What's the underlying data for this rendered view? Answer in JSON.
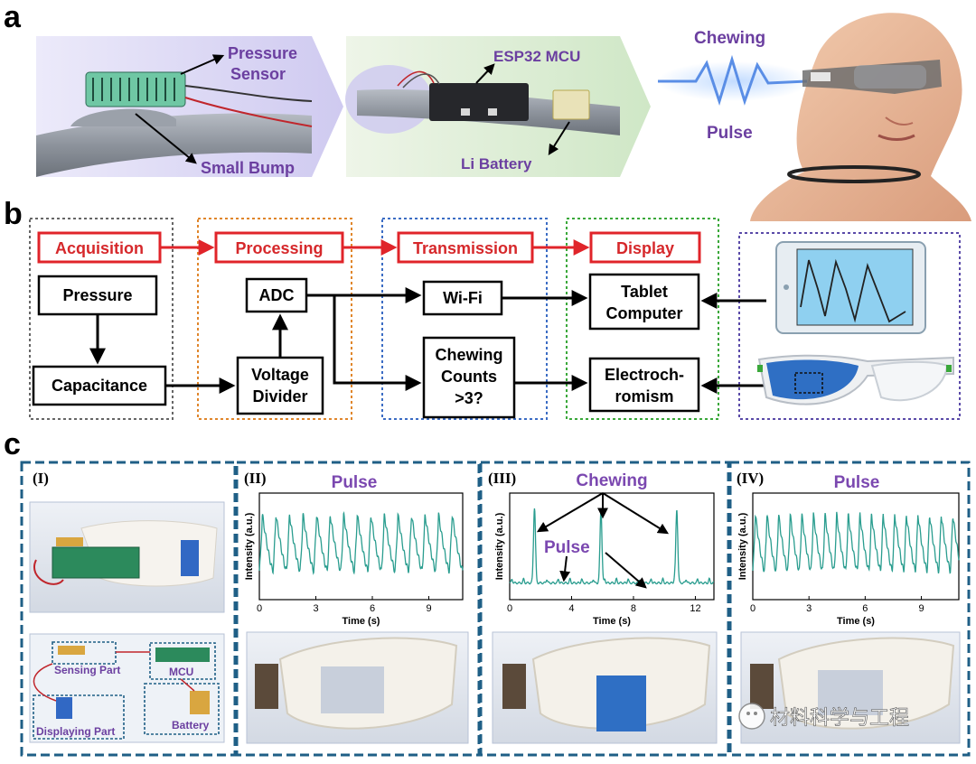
{
  "panels": {
    "a": {
      "letter": "a",
      "labels": {
        "pressure_sensor_line1": "Pressure",
        "pressure_sensor_line2": "Sensor",
        "small_bump": "Small Bump",
        "esp32_mcu": "ESP32 MCU",
        "li_battery": "Li Battery",
        "chewing": "Chewing",
        "pulse": "Pulse"
      }
    },
    "b": {
      "letter": "b",
      "stages": [
        "Acquisition",
        "Processing",
        "Transmission",
        "Display"
      ],
      "blocks": {
        "pressure": "Pressure",
        "capacitance": "Capacitance",
        "adc": "ADC",
        "voltage_divider_line1": "Voltage",
        "voltage_divider_line2": "Divider",
        "wifi": "Wi-Fi",
        "chewing_counts_line1": "Chewing",
        "chewing_counts_line2": "Counts",
        "chewing_counts_line3": ">3?",
        "tablet_line1": "Tablet",
        "tablet_line2": "Computer",
        "electro_line1": "Electroch-",
        "electro_line2": "romism"
      }
    },
    "c": {
      "letter": "c",
      "sub": [
        {
          "roman": "(I)"
        },
        {
          "roman": "(II)",
          "title": "Pulse"
        },
        {
          "roman": "(III)",
          "title": "Chewing",
          "annotation": "Pulse"
        },
        {
          "roman": "(IV)",
          "title": "Pulse"
        }
      ],
      "photo_labels": {
        "sensing": "Sensing Part",
        "mcu": "MCU",
        "displaying": "Displaying Part",
        "battery": "Battery"
      },
      "axis": {
        "xlabel": "Time (s)",
        "ylabel": "Intensity (a.u.)"
      }
    }
  },
  "watermark": "材料科学与工程",
  "colors": {
    "purple": "#6b3fa0",
    "red": "#d6282b",
    "teal": "#2a9d8f",
    "frame_blue": "#1f5f86"
  },
  "chart_data": [
    {
      "type": "line",
      "title": "Pulse",
      "xlabel": "Time (s)",
      "ylabel": "Intensity (a.u.)",
      "xlim": [
        0,
        10.8
      ],
      "xticks": [
        0,
        3,
        6,
        9
      ],
      "period": 0.72,
      "grid": false,
      "peaks": 15
    },
    {
      "type": "line",
      "title": "Chewing",
      "xlabel": "Time (s)",
      "ylabel": "Intensity (a.u.)",
      "xlim": [
        0,
        13.2
      ],
      "xticks": [
        0,
        4,
        8,
        12
      ],
      "grid": false,
      "chewing_peaks_x": [
        1.6,
        5.9,
        10.8
      ],
      "annotation": "Pulse"
    },
    {
      "type": "line",
      "title": "Pulse",
      "xlabel": "Time (s)",
      "ylabel": "Intensity (a.u.)",
      "xlim": [
        0,
        11
      ],
      "xticks": [
        0,
        3,
        6,
        9
      ],
      "period": 0.62,
      "grid": false,
      "peaks": 18
    }
  ]
}
